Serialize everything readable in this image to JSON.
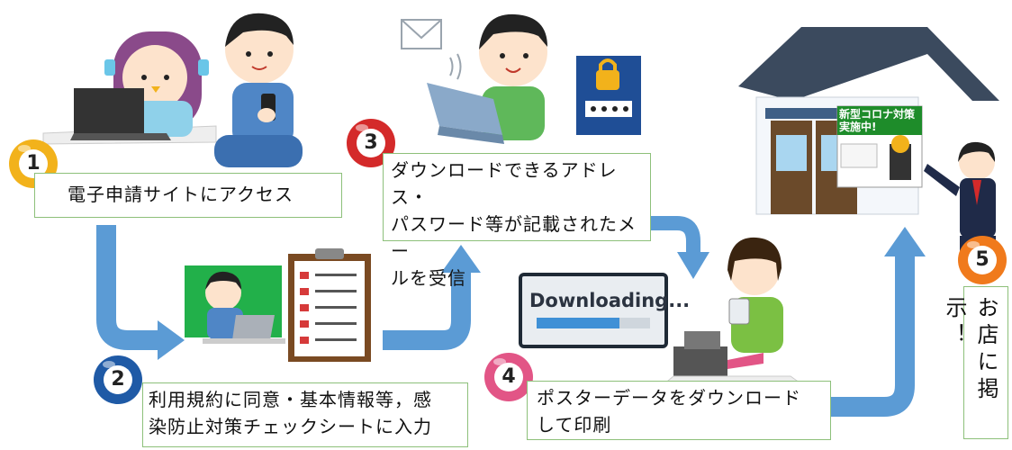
{
  "steps": [
    {
      "number": "1",
      "text": "電子申請サイトにアクセス",
      "color": "#f2b21b"
    },
    {
      "number": "2",
      "text_line1": "利用規約に同意・基本情報等，感",
      "text_line2": "染防止対策チェックシートに入力",
      "color": "#1f5aa6"
    },
    {
      "number": "3",
      "text_line1": "ダウンロードできるアドレス・",
      "text_line2": "パスワード等が記載されたメー",
      "text_line3": "ルを受信",
      "color": "#d42a2a"
    },
    {
      "number": "4",
      "text_line1": "ポスターデータをダウンロード",
      "text_line2": "して印刷",
      "color": "#e25586"
    },
    {
      "number": "5",
      "text": "お店に掲示！",
      "color": "#f07a1c"
    }
  ],
  "download_screen": {
    "label": "Downloading..."
  },
  "poster": {
    "title_line1": "新型コロナ対策",
    "title_line2": "実施中!"
  },
  "colors": {
    "arrow": "#5b9bd5",
    "box_border": "#8dc07a",
    "poster_green": "#1e8c2a"
  }
}
